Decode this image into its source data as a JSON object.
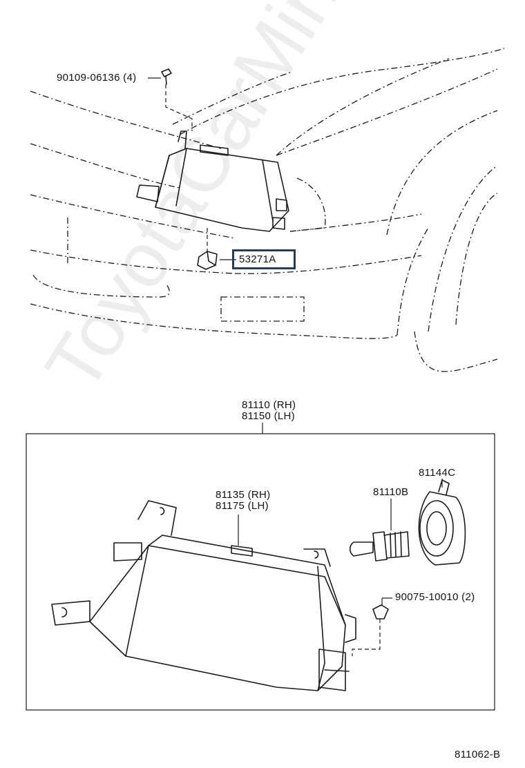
{
  "watermark": "ToyotaCarMine.ru",
  "top_view": {
    "bolt_label": "90109-06136 (4)",
    "selected_part": "53271A"
  },
  "assembly": {
    "label_rh": "81110 (RH)",
    "label_lh": "81150 (LH)"
  },
  "parts": {
    "housing_rh": "81135 (RH)",
    "housing_lh": "81175 (LH)",
    "bulb": "81110B",
    "socket": "81144C",
    "clip": "90075-10010 (2)"
  },
  "footer": {
    "diagram_id": "811062-B"
  }
}
